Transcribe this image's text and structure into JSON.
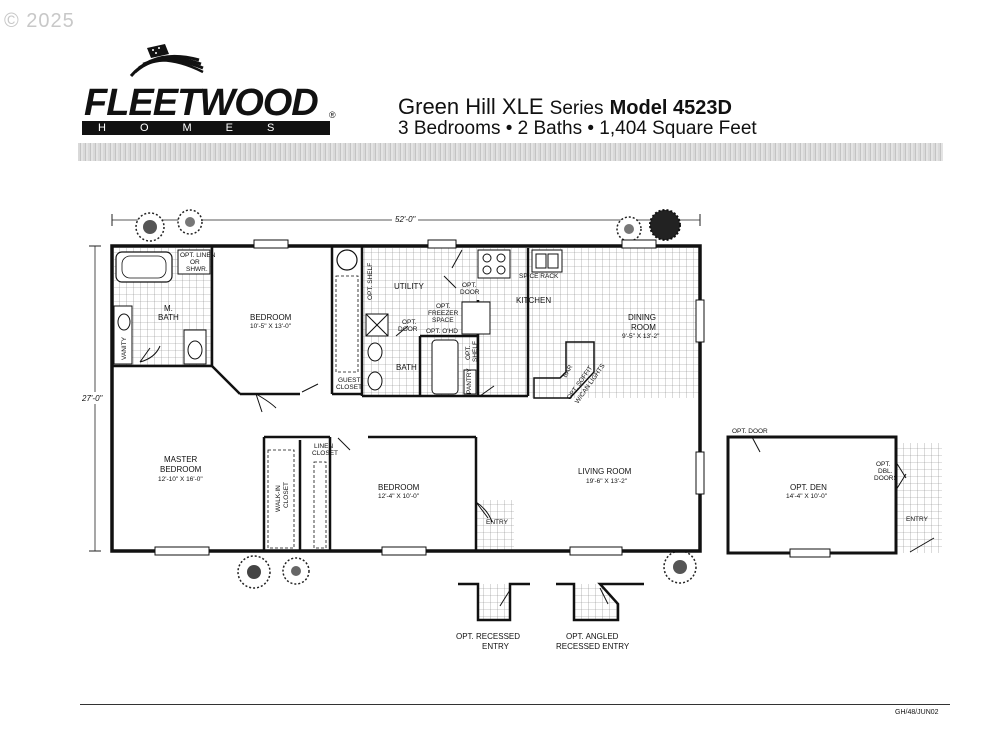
{
  "copyright": "© 2025",
  "brand": {
    "name": "FLEETWOOD",
    "sub": "HOMES",
    "registered": "®"
  },
  "heading": {
    "series_name": "Green Hill XLE",
    "series_word": "Series",
    "model": "Model 4523D",
    "specs": "3 Bedrooms • 2 Baths • 1,404 Square Feet"
  },
  "dimensions": {
    "width": "52'-0\"",
    "depth": "27'-0\""
  },
  "rooms": {
    "master_bedroom": {
      "name": "MASTER BEDROOM",
      "line1": "MASTER",
      "line2": "BEDROOM",
      "size": "12'-10\" X 16'-0\""
    },
    "m_bath": {
      "line1": "M.",
      "line2": "BATH"
    },
    "bedroom1": {
      "name": "BEDROOM",
      "size": "10'-5\" X 13'-0\""
    },
    "bedroom2": {
      "name": "BEDROOM",
      "size": "12'-4\" X 10'-0\""
    },
    "utility": "UTILITY",
    "kitchen": "KITCHEN",
    "bath": "BATH",
    "dining": {
      "line1": "DINING",
      "line2": "ROOM",
      "size": "9'-5\" X 13'-2\""
    },
    "living": {
      "name": "LIVING ROOM",
      "size": "19'-6\" X 13'-2\""
    },
    "den": {
      "name": "OPT. DEN",
      "size": "14'-4\" X 10'-0\""
    }
  },
  "labels": {
    "opt_linen_shwr": [
      "OPT. LINEN",
      "OR",
      "SHWR."
    ],
    "vanity": "VANITY",
    "opt_shelf": "OPT. SHELF",
    "opt_door_utility": [
      "OPT.",
      "DOOR"
    ],
    "opt_door_bath": [
      "OPT.",
      "DOOR"
    ],
    "opt_freezer": [
      "OPT.",
      "FREEZER",
      "SPACE"
    ],
    "opt_ohd": "OPT. O'HD",
    "opt_shelf_bath": [
      "OPT.",
      "SHELF"
    ],
    "spice_rack": "SPICE RACK",
    "guest_closet": [
      "GUEST",
      "CLOSET"
    ],
    "pantry": "PANTRY",
    "bar": "BAR",
    "opt_soffit": [
      "OPT. SOFFIT",
      "W/CAN LIGHTS"
    ],
    "linen_closet": [
      "LINEN",
      "CLOSET"
    ],
    "walk_in_closet": [
      "WALK-IN",
      "CLOSET"
    ],
    "entry_main": "ENTRY",
    "entry_den": "ENTRY",
    "opt_door_den": "OPT. DOOR",
    "opt_dbl_doors": [
      "OPT.",
      "DBL.",
      "DOORS"
    ],
    "opt_recessed": [
      "OPT. RECESSED",
      "ENTRY"
    ],
    "opt_angled": [
      "OPT. ANGLED",
      "RECESSED ENTRY"
    ]
  },
  "footer_code": "GH/48/JUN02"
}
